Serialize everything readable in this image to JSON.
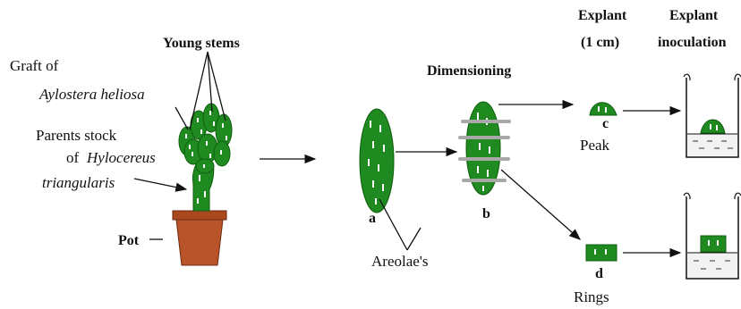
{
  "labels": {
    "graft_of": "Graft  of",
    "graft_species": "Aylostera heliosa",
    "parents_stock": "Parents stock",
    "of_word": "of",
    "stock_species_1": "Hylocereus",
    "stock_species_2": "triangularis",
    "young_stems": "Young stems",
    "pot": "Pot",
    "dimensioning": "Dimensioning",
    "explant": "Explant",
    "explant_size": "(1 cm)",
    "explant_title": "Explant",
    "explant_inoculation": "inoculation",
    "areolaes": "Areolae's",
    "peak": "Peak",
    "rings": "Rings",
    "letter_a": "a",
    "letter_b": "b",
    "letter_c": "c",
    "letter_d": "d"
  },
  "colors": {
    "plant_green": "#1f8a1f",
    "dark_green": "#0f5f0f",
    "pot_brown": "#b8532a",
    "pot_rim": "#a9471f",
    "band_gray": "#a8a8a8",
    "arrow": "#111111"
  }
}
